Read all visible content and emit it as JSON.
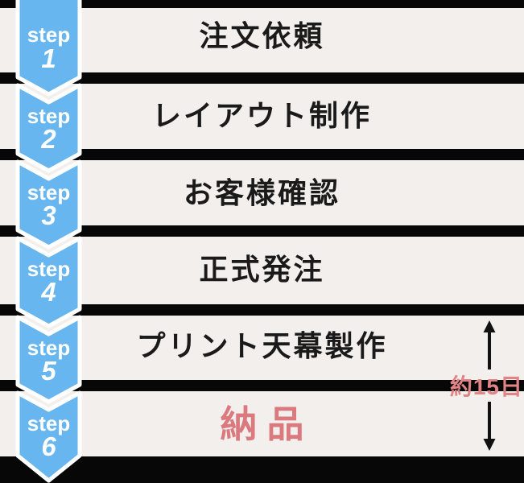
{
  "colors": {
    "bg": "#f2efec",
    "bar": "#070707",
    "blue": "#68b6ef",
    "ribbonText": "#ffffff",
    "stepText": "#1a1a1a",
    "deliveryPink": "#db7a7e",
    "durationPink": "#e28386"
  },
  "ribbon": {
    "steps": [
      {
        "word": "step",
        "number": "1"
      },
      {
        "word": "step",
        "number": "2"
      },
      {
        "word": "step",
        "number": "3"
      },
      {
        "word": "step",
        "number": "4"
      },
      {
        "word": "step",
        "number": "5"
      },
      {
        "word": "step",
        "number": "6"
      }
    ]
  },
  "rows": [
    {
      "title": "注文依頼"
    },
    {
      "title": "レイアウト制作"
    },
    {
      "title": "お客様確認"
    },
    {
      "title": "正式発注"
    },
    {
      "title": "プリント天幕製作"
    },
    {
      "title": "納品"
    }
  ],
  "duration": {
    "label": "約15日"
  }
}
